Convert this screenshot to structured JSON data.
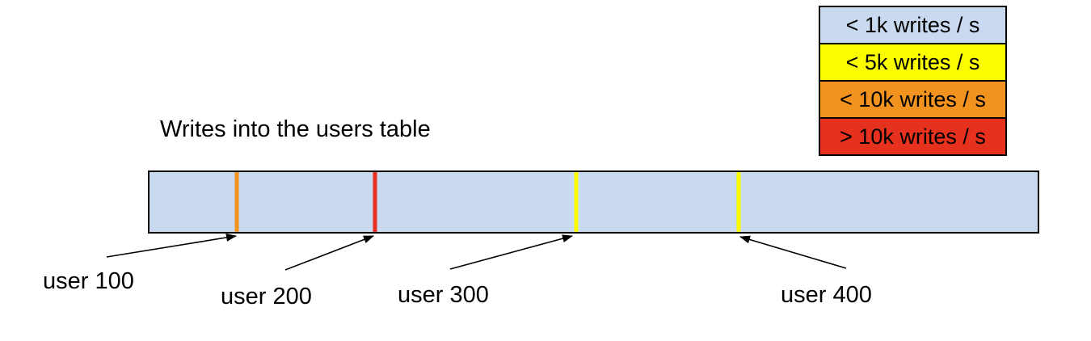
{
  "title": "Writes into the users table",
  "colors": {
    "background": "#ffffff",
    "bar_fill": "#c9d9ef",
    "border": "#000000",
    "light_blue": "#c9d9ef",
    "yellow": "#fcfc00",
    "orange": "#f1931e",
    "red": "#e6311f"
  },
  "legend": {
    "items": [
      {
        "label": "< 1k writes / s",
        "color": "#c9d9ef"
      },
      {
        "label": "< 5k writes / s",
        "color": "#fcfc00"
      },
      {
        "label": "< 10k writes / s",
        "color": "#f1931e"
      },
      {
        "label": "> 10k writes / s",
        "color": "#e6311f"
      }
    ]
  },
  "chart_data": {
    "type": "diagram",
    "title": "Writes into the users table",
    "description": "Horizontal band representing the users table keyspace; colored vertical ticks mark hot keys by write rate",
    "band_color": "#c9d9ef",
    "hotspots": [
      {
        "label": "user 100",
        "rate_bucket": "< 10k writes / s",
        "color": "#f1931e",
        "position_pct": 9.8
      },
      {
        "label": "user 200",
        "rate_bucket": "> 10k writes / s",
        "color": "#e6311f",
        "position_pct": 25.4
      },
      {
        "label": "user 300",
        "rate_bucket": "< 5k writes / s",
        "color": "#fcfc00",
        "position_pct": 48.0
      },
      {
        "label": "user 400",
        "rate_bucket": "< 5k writes / s",
        "color": "#fcfc00",
        "position_pct": 66.3
      }
    ]
  }
}
